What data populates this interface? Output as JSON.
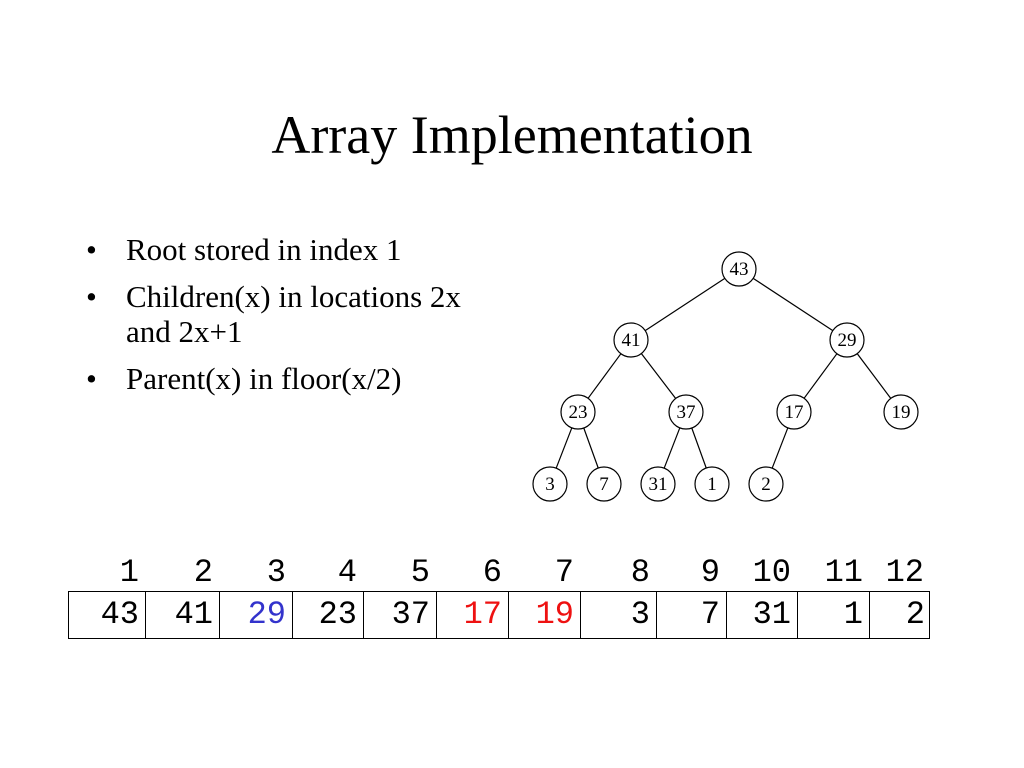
{
  "slide": {
    "title": "Array Implementation",
    "bullet_glyph": "•",
    "bullets": [
      "Root stored in index 1",
      "Children(x) in locations 2x and 2x+1",
      "Parent(x) in floor(x/2)"
    ]
  },
  "tree": {
    "nodes": [
      "43",
      "41",
      "29",
      "23",
      "37",
      "17",
      "19",
      "3",
      "7",
      "31",
      "1",
      "2"
    ]
  },
  "array": {
    "indices": [
      "1",
      "2",
      "3",
      "4",
      "5",
      "6",
      "7",
      "8",
      "9",
      "10",
      "11",
      "12"
    ],
    "values": [
      "43",
      "41",
      "29",
      "23",
      "37",
      "17",
      "19",
      "3",
      "7",
      "31",
      "1",
      "2"
    ],
    "colors": [
      "#000000",
      "#000000",
      "#3333cc",
      "#000000",
      "#000000",
      "#ee1111",
      "#ee1111",
      "#000000",
      "#000000",
      "#000000",
      "#000000",
      "#000000"
    ]
  }
}
